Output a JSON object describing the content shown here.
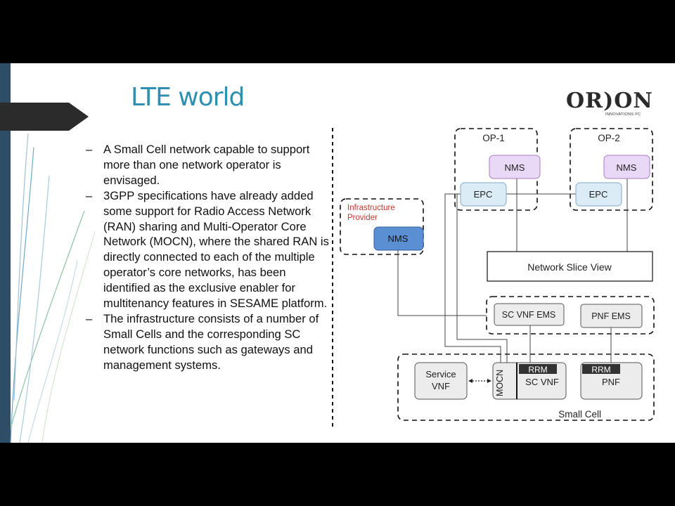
{
  "slide": {
    "title": "LTE world",
    "bullets": [
      "A Small Cell network capable to support more than one network operator is envisaged.",
      "3GPP specifications have already added some support for Radio Access Network (RAN) sharing and Multi-Operator Core Network (MOCN), where the shared RAN is directly connected to each of the multiple operator’s core networks, has been identified as the exclusive enabler for multitenancy features in SESAME platform.",
      "The infrastructure consists of a number of Small Cells and the corresponding SC network functions such as gateways and management systems."
    ],
    "bullet_marker": "–"
  },
  "logo": {
    "word": "OR)ON",
    "subtitle": "INNOVATIONS PC"
  },
  "diagram": {
    "op1": {
      "label": "OP-1",
      "nms": "NMS",
      "epc": "EPC"
    },
    "op2": {
      "label": "OP-2",
      "nms": "NMS",
      "epc": "EPC"
    },
    "infra": {
      "label_line1": "Infrastructure",
      "label_line2": "Provider",
      "nms": "NMS"
    },
    "network_slice_view": "Network Slice View",
    "sc_vnf_ems": "SC VNF EMS",
    "pnf_ems": "PNF EMS",
    "service_vnf_line1": "Service",
    "service_vnf_line2": "VNF",
    "mocn": "MOCN",
    "rrm_sc": "RRM",
    "sc_vnf": "SC VNF",
    "rrm_pnf": "RRM",
    "pnf": "PNF",
    "small_cell": "Small Cell"
  },
  "colors": {
    "title": "#2f8fb0",
    "nms_op": "#ead8f7",
    "nms_op_border": "#a57ec4",
    "epc": "#dcecf7",
    "epc_border": "#7fa9c9",
    "nms_infra": "#5b8fd3",
    "nms_infra_border": "#2f5c9c",
    "infra_label": "#c0392b",
    "gray_box": "#ececec",
    "rrm": "#333333"
  }
}
